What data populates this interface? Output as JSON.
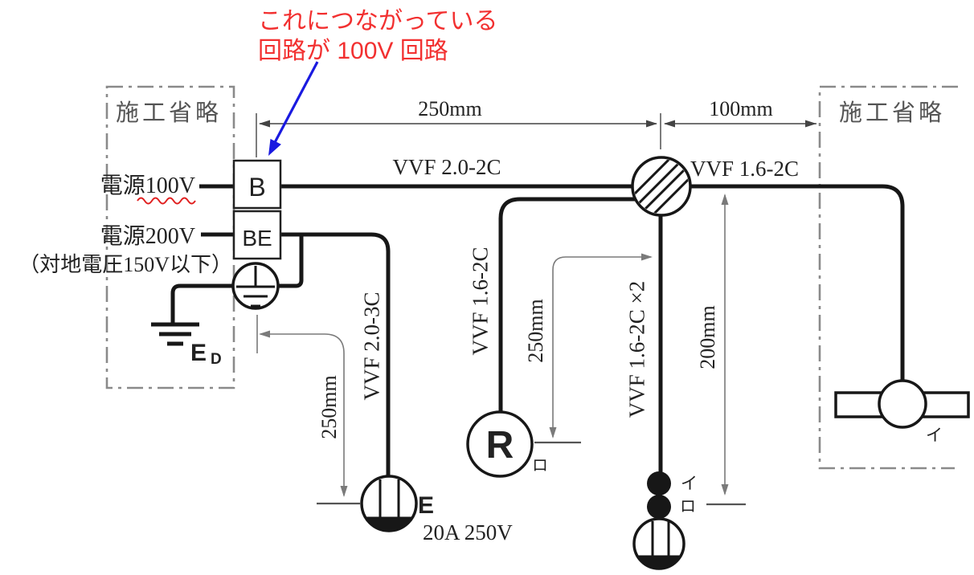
{
  "annotation": {
    "line1": "これにつながっている",
    "line2": "回路が 100V 回路"
  },
  "left_panel": {
    "omitted": "施工省略",
    "source_100v": "電源100V",
    "source_200v": "電源200V",
    "ground_note": "（対地電圧150V以下）"
  },
  "right_panel": {
    "omitted": "施工省略",
    "lamp_label": "イ"
  },
  "dimensions": {
    "top_left": "250mm",
    "top_right": "100mm",
    "left_drop": "250mm",
    "mid_drop": "250mm",
    "right_drop": "200mm"
  },
  "cables": {
    "main": "VVF 2.0-2C",
    "right": "VVF 1.6-2C",
    "to_receptacle": "VVF 1.6-2C",
    "to_switches": "VVF 1.6-2C ×2",
    "to_outlet": "VVF 2.0-3C"
  },
  "devices": {
    "breaker": "B",
    "breaker_earth": "BE",
    "earth_label": "E",
    "earth_label_sub": "D",
    "receptacle": "R",
    "receptacle_circuit": "ロ",
    "outlet_earth": "E",
    "outlet_rating": "20A 250V",
    "switch_top": "イ",
    "switch_bottom": "ロ"
  },
  "colors": {
    "annotation_red": "#f23030",
    "arrow_blue": "#1a1ae0",
    "wire_black": "#171717",
    "dimension_gray": "#777777",
    "dashed_box_gray": "#8a8a8a"
  }
}
